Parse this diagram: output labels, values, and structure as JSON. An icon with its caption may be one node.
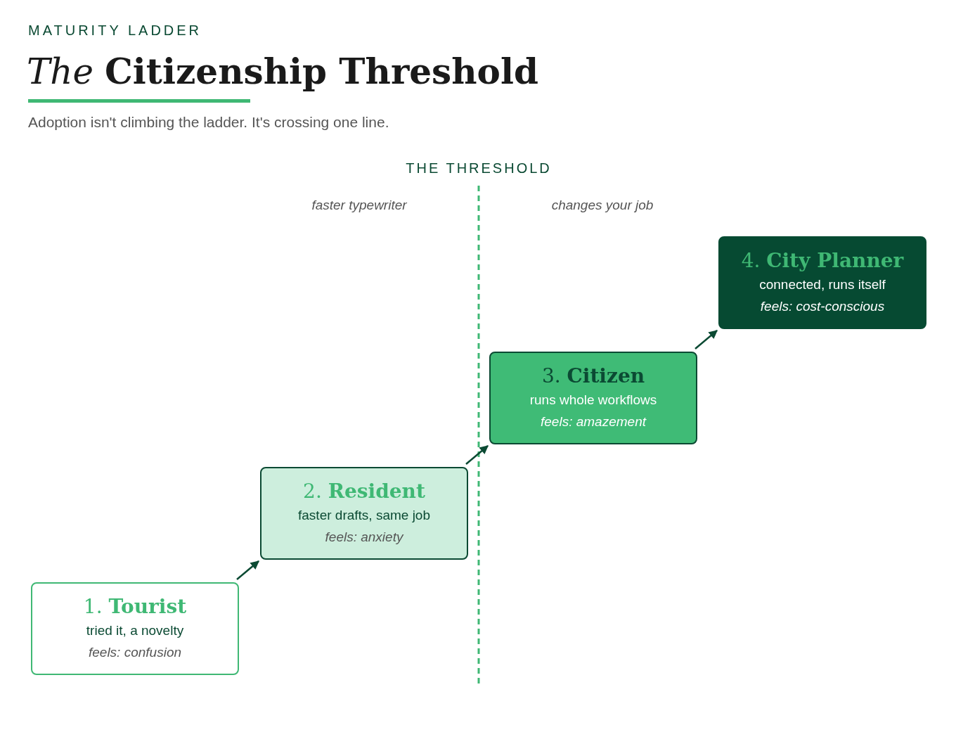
{
  "diagram": {
    "title": "*The* **Citizenship Threshold**",
    "nodes": [
      {
        "text": [
          "1. **Tourist**",
          "tried it, a novelty",
          "feels: confusion"
        ]
      },
      {
        "text": [
          "2. **Resident**",
          "faster drafts, same job",
          "feels: anxiety"
        ]
      },
      {
        "text": [
          "3. **Citizen**",
          "runs whole workflows",
          "feels: amazement"
        ]
      },
      {
        "text": [
          "4. **City Planner**",
          "connected, runs itself",
          "feels: cost-conscious"
        ]
      }
    ],
    "edges": [
      {
        "from": 0,
        "to": 1,
        "arrow": "to"
      },
      {
        "from": 1,
        "to": 2,
        "arrow": "to"
      },
      {
        "from": 2,
        "to": 3,
        "arrow": "to"
      }
    ],
    "labels": [
      "MATURITY LADDER",
      "Adoption isn't climbing the ladder. It's crossing one line.",
      "THE THRESHOLD",
      "faster typewriter",
      "changes your job"
    ]
  }
}
